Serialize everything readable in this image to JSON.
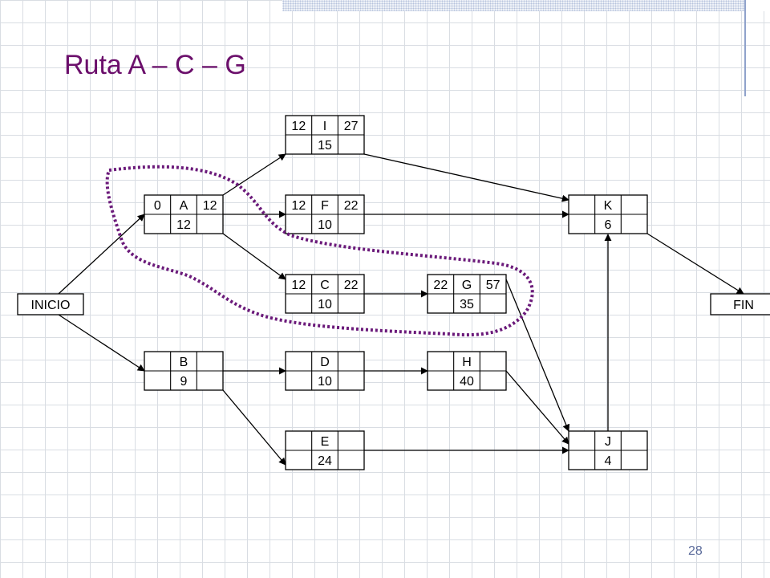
{
  "slide": {
    "title": "Ruta A – C – G",
    "page_number": "28"
  },
  "colors": {
    "title": "#6b0f6b",
    "path_highlight": "#6b1a7a",
    "node_border": "#000000"
  },
  "nodes": [
    {
      "id": "I",
      "name": "I",
      "es": "12",
      "ef": "27",
      "duration": "15"
    },
    {
      "id": "A",
      "name": "A",
      "es": "0",
      "ef": "12",
      "duration": "12"
    },
    {
      "id": "F",
      "name": "F",
      "es": "12",
      "ef": "22",
      "duration": "10"
    },
    {
      "id": "C",
      "name": "C",
      "es": "12",
      "ef": "22",
      "duration": "10"
    },
    {
      "id": "G",
      "name": "G",
      "es": "22",
      "ef": "57",
      "duration": "35"
    },
    {
      "id": "K",
      "name": "K",
      "es": "",
      "ef": "",
      "duration": "6"
    },
    {
      "id": "B",
      "name": "B",
      "es": "",
      "ef": "",
      "duration": "9"
    },
    {
      "id": "D",
      "name": "D",
      "es": "",
      "ef": "",
      "duration": "10"
    },
    {
      "id": "H",
      "name": "H",
      "es": "",
      "ef": "",
      "duration": "40"
    },
    {
      "id": "E",
      "name": "E",
      "es": "",
      "ef": "",
      "duration": "24"
    },
    {
      "id": "J",
      "name": "J",
      "es": "",
      "ef": "",
      "duration": "4"
    }
  ],
  "terminals": [
    {
      "id": "INICIO",
      "label": "INICIO"
    },
    {
      "id": "FIN",
      "label": "FIN"
    }
  ],
  "edges": [
    {
      "from": "INICIO",
      "to": "A"
    },
    {
      "from": "INICIO",
      "to": "B"
    },
    {
      "from": "A",
      "to": "I"
    },
    {
      "from": "A",
      "to": "F"
    },
    {
      "from": "A",
      "to": "C"
    },
    {
      "from": "I",
      "to": "K"
    },
    {
      "from": "F",
      "to": "K"
    },
    {
      "from": "C",
      "to": "G"
    },
    {
      "from": "G",
      "to": "J"
    },
    {
      "from": "B",
      "to": "D"
    },
    {
      "from": "B",
      "to": "E"
    },
    {
      "from": "D",
      "to": "H"
    },
    {
      "from": "H",
      "to": "J"
    },
    {
      "from": "E",
      "to": "J"
    },
    {
      "from": "J",
      "to": "K"
    },
    {
      "from": "K",
      "to": "FIN"
    }
  ],
  "highlighted_path": [
    "A",
    "C",
    "G"
  ]
}
